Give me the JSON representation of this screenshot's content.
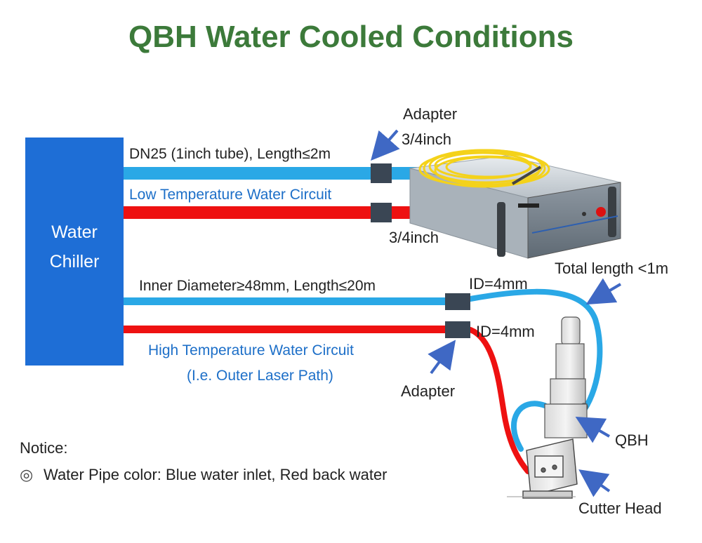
{
  "title": "QBH Water Cooled Conditions",
  "chiller": {
    "line1": "Water",
    "line2": "Chiller"
  },
  "low_circuit": {
    "pipe_spec": "DN25 (1inch tube), Length≤2m",
    "name": "Low Temperature Water Circuit",
    "adapter_label": "Adapter",
    "adapter_size_top": "3/4inch",
    "adapter_size_bottom": "3/4inch"
  },
  "high_circuit": {
    "pipe_spec": "Inner Diameter≥48mm, Length≤20m",
    "name": "High Temperature Water Circuit",
    "name_note": "(I.e. Outer Laser Path)",
    "adapter_label": "Adapter",
    "id_top": "ID=4mm",
    "id_bottom": "ID=4mm",
    "total_length": "Total length <1m"
  },
  "parts": {
    "qbh": "QBH",
    "cutter_head": "Cutter Head"
  },
  "notice": {
    "heading": "Notice:",
    "bullet": "◎",
    "text": "Water Pipe color: Blue water inlet, Red back water"
  },
  "colors": {
    "title_green": "#3c7a3a",
    "chiller_blue": "#1e6ed6",
    "inlet_pipe": "#2aa8e6",
    "return_pipe": "#ee1111",
    "adapter": "#3a4654",
    "arrow": "#3f68c4",
    "circuit_text": "#1d6fc8"
  },
  "icons": [
    "laser-source-unit",
    "fiber-coil",
    "qbh-connector",
    "cutter-head",
    "pointer-arrow"
  ]
}
